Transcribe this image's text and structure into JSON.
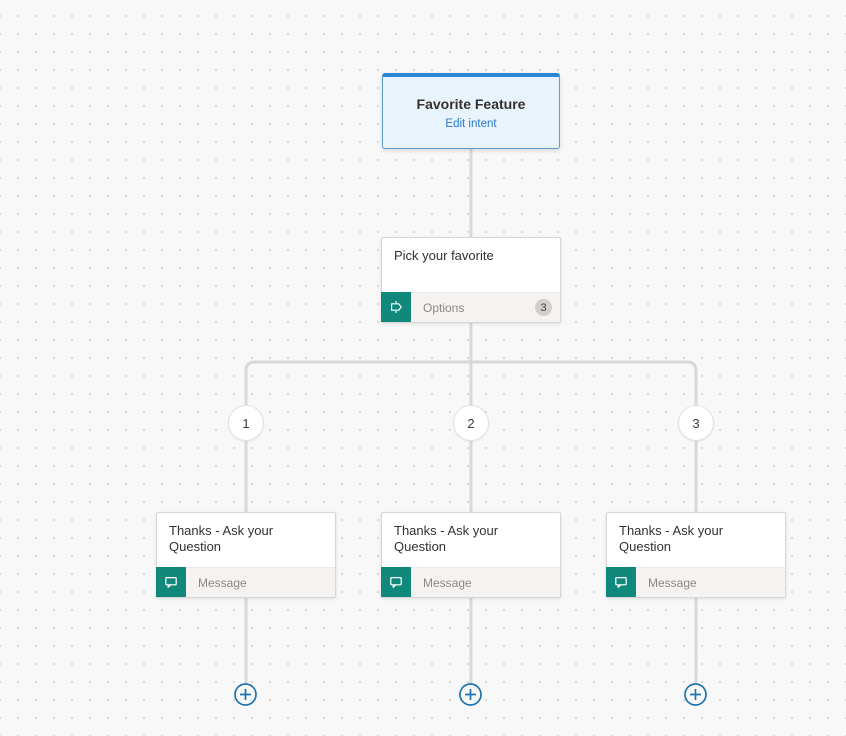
{
  "canvas": {
    "background": "#f8f8f8",
    "dot_color": "#d9d9d9",
    "connector_color": "#d8d8d8"
  },
  "colors": {
    "accent_blue": "#2b86d5",
    "trigger_fill": "#e8f3fb",
    "link_blue": "#2779c7",
    "teal_icon_bg": "#10897c",
    "plus_blue": "#1f73ad",
    "badge_gray": "#d1cfcd"
  },
  "trigger": {
    "title": "Favorite Feature",
    "edit_link": "Edit intent"
  },
  "question": {
    "title": "Pick your favorite",
    "footer_label": "Options",
    "badge_count": "3",
    "icon": "signpost-icon"
  },
  "branches": [
    {
      "label": "1"
    },
    {
      "label": "2"
    },
    {
      "label": "3"
    }
  ],
  "messages": [
    {
      "title": "Thanks - Ask your Question",
      "footer_label": "Message",
      "icon": "speech-bubble-icon"
    },
    {
      "title": "Thanks - Ask your Question",
      "footer_label": "Message",
      "icon": "speech-bubble-icon"
    },
    {
      "title": "Thanks - Ask your Question",
      "footer_label": "Message",
      "icon": "speech-bubble-icon"
    }
  ],
  "add_button": {
    "icon": "plus-icon"
  }
}
